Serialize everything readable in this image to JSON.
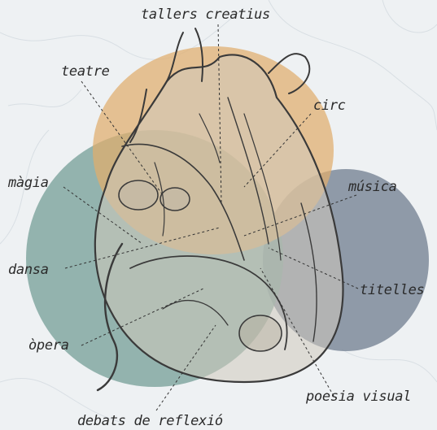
{
  "labels": {
    "tallers": "tallers creatius",
    "teatre": "teatre",
    "circ": "circ",
    "magia": "màgia",
    "musica": "música",
    "dansa": "dansa",
    "titelles": "titelles",
    "opera": "òpera",
    "poesia": "poesia visual",
    "debats": "debats de reflexió"
  },
  "colors": {
    "background": "#eef1f3",
    "orange_circle": "#e0ad6c",
    "teal_circle": "#7aa19a",
    "slate_circle": "#6f7c8f",
    "ink": "#2b2b2b"
  },
  "illustration": "anatomical-heart-sketch"
}
